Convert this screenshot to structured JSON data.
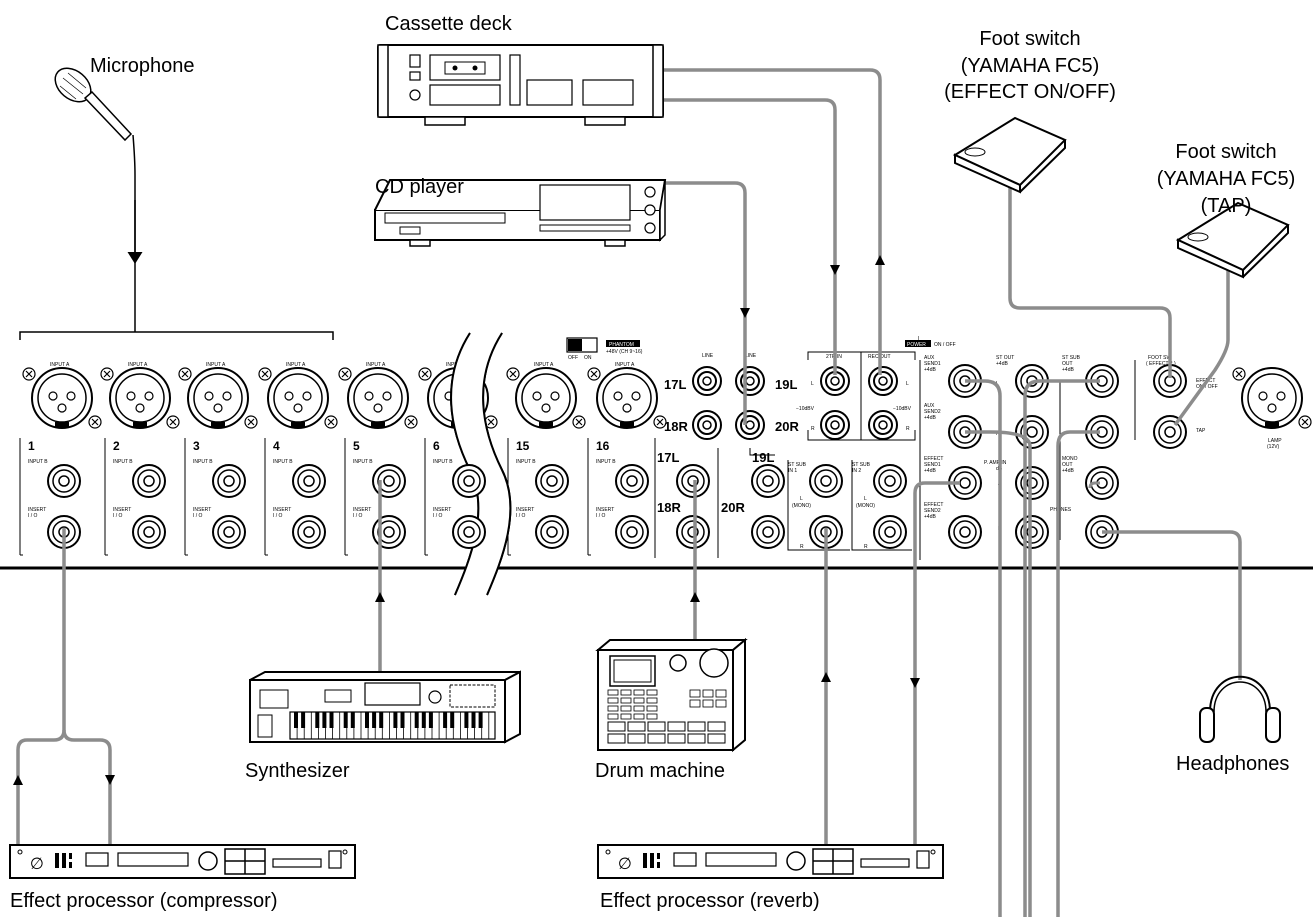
{
  "devices": {
    "microphone": "Microphone",
    "cassette_deck": "Cassette deck",
    "cd_player": "CD player",
    "foot_switch_effect": [
      "Foot switch",
      "(YAMAHA FC5)",
      "(EFFECT ON/OFF)"
    ],
    "foot_switch_tap": [
      "Foot switch",
      "(YAMAHA FC5)",
      "(TAP)"
    ],
    "synthesizer": "Synthesizer",
    "drum_machine": "Drum machine",
    "headphones": "Headphones",
    "effect_compressor": "Effect processor (compressor)",
    "effect_reverb": "Effect processor (reverb)"
  },
  "panel": {
    "input_a": "INPUT A",
    "input_b": "INPUT B",
    "insert": "INSERT",
    "insert_io": "I / O",
    "channels": [
      "1",
      "2",
      "3",
      "4",
      "5",
      "6",
      "15",
      "16"
    ],
    "phantom_off": "OFF",
    "phantom_on": "ON",
    "phantom": "PHANTOM",
    "phantom_range": "+48V (CH 9~16)",
    "line": "LINE",
    "st_17l": "17L",
    "st_18r": "18R",
    "st_19l": "19L",
    "st_20r": "20R",
    "two_tr_in": "2TR IN",
    "rec_out": "REC OUT",
    "minus10": "−10dBV",
    "l": "L",
    "r": "R",
    "st_sub_in1": [
      "ST SUB",
      "IN 1"
    ],
    "st_sub_in2": [
      "ST SUB",
      "IN 2"
    ],
    "mono": "(MONO)",
    "power": "POWER",
    "on_off": "ON / OFF",
    "aux_send1": [
      "AUX",
      "SEND1",
      "+4dB"
    ],
    "aux_send2": [
      "AUX",
      "SEND2",
      "+4dB"
    ],
    "effect_send1": [
      "EFFECT",
      "SEND1",
      "+4dB"
    ],
    "effect_send2": [
      "EFFECT",
      "SEND2",
      "+4dB"
    ],
    "st_out": [
      "ST OUT",
      "+4dB"
    ],
    "st_sub_out": [
      "ST SUB",
      "OUT",
      "+4dB"
    ],
    "p_amp_in": "P. AMP IN",
    "p_amp_db": "dB",
    "a": "A",
    "b": "B",
    "mono_out": [
      "MONO",
      "OUT",
      "+4dB"
    ],
    "phones": "PHONES",
    "foot_sw": "FOOT SW",
    "effect2": "( EFFECT 2 )",
    "effect_on_off": [
      "EFFECT",
      "ON / OFF"
    ],
    "tap": "TAP",
    "lamp": [
      "LAMP",
      "(12V)"
    ]
  },
  "colors": {
    "cable": "#8c8c8c",
    "line": "#000000",
    "background": "#ffffff"
  }
}
